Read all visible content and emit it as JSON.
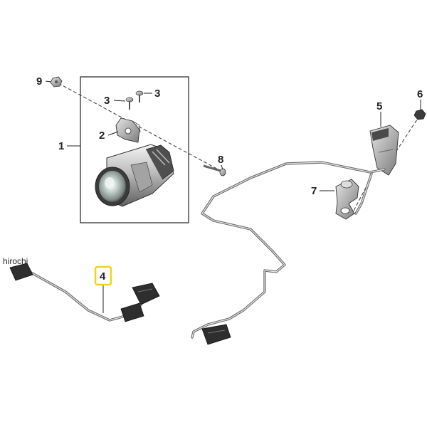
{
  "diagram": {
    "watermark": "hirochi",
    "highlight_color": "#f2d31b",
    "callouts": {
      "c1": "1",
      "c2": "2",
      "c3a": "3",
      "c3b": "3",
      "c4": "4",
      "c5": "5",
      "c6": "6",
      "c7": "7",
      "c8": "8",
      "c9": "9"
    },
    "parts": [
      {
        "ref": "1",
        "icon": "auxiliary-light-assembly"
      },
      {
        "ref": "2",
        "icon": "mounting-bracket"
      },
      {
        "ref": "3",
        "icon": "screw"
      },
      {
        "ref": "4",
        "icon": "adapter-cable"
      },
      {
        "ref": "5",
        "icon": "holder-bracket"
      },
      {
        "ref": "6",
        "icon": "nut"
      },
      {
        "ref": "7",
        "icon": "clamp"
      },
      {
        "ref": "8",
        "icon": "bolt"
      },
      {
        "ref": "9",
        "icon": "nut"
      }
    ]
  }
}
